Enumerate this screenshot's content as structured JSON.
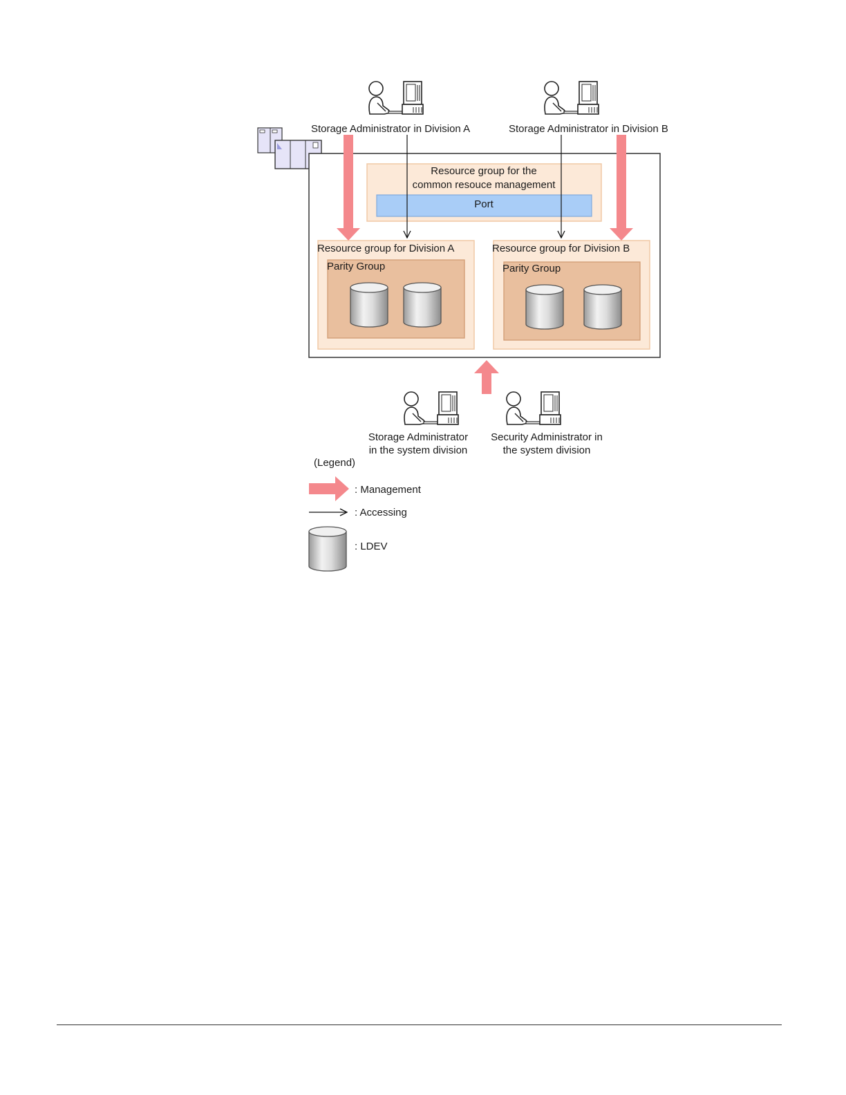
{
  "actors": {
    "admin_a": "Storage Administrator in Division A",
    "admin_b": "Storage Administrator in Division B",
    "system_storage": [
      "Storage Administrator",
      "in the system division"
    ],
    "system_security": [
      "Security Administrator in",
      "the system division"
    ]
  },
  "common_group": {
    "title": [
      "Resource group for the",
      "common resouce management"
    ],
    "port": "Port"
  },
  "group_a": {
    "title": "Resource group for Division A",
    "parity": "Parity Group"
  },
  "group_b": {
    "title": "Resource group for Division B",
    "parity": "Parity Group"
  },
  "legend": {
    "title": "(Legend)",
    "management": ": Management",
    "accessing": ": Accessing",
    "ldev": ": LDEV"
  },
  "colors": {
    "management_arrow": "#f4888c",
    "resource_group_fill": "#fce9d8",
    "parity_group_fill": "#e9bf9e",
    "port_fill": "#a9cdf7",
    "storage_unit_fill": "#e6e4f8"
  }
}
